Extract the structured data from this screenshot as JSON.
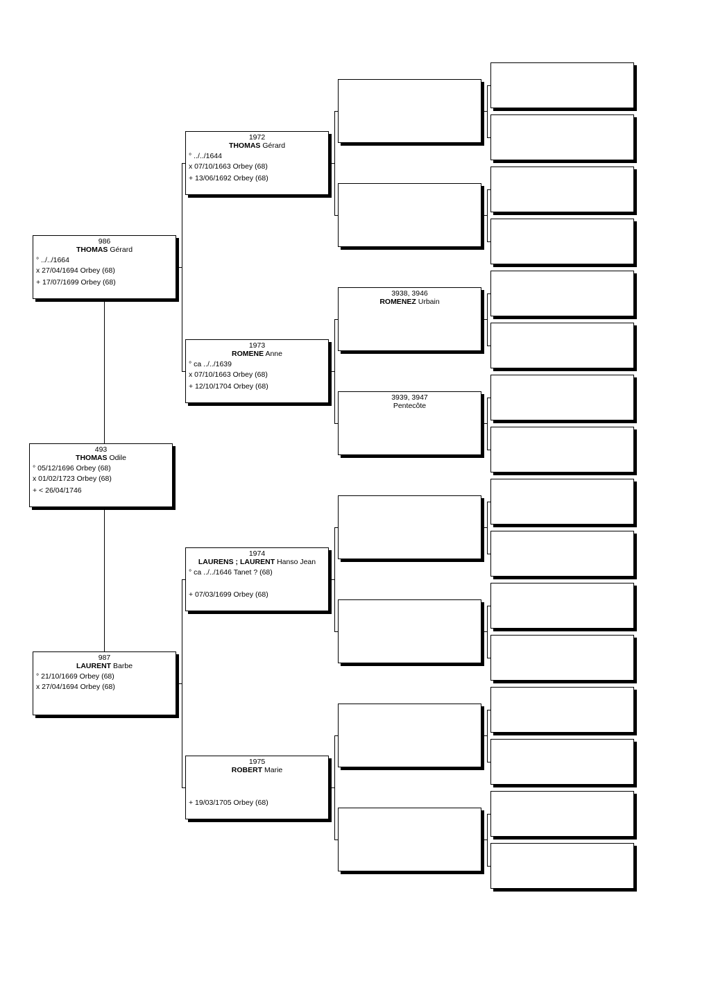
{
  "root": {
    "number": "493",
    "surname": "THOMAS",
    "given": "Odile",
    "birth": "° 05/12/1696 Orbey (68)",
    "marriage": "x 01/02/1723 Orbey (68)",
    "death": "+ < 26/04/1746"
  },
  "father": {
    "number": "986",
    "surname": "THOMAS",
    "given": "Gérard",
    "birth": "° ../../1664",
    "marriage": "x 27/04/1694 Orbey (68)",
    "death": "+ 17/07/1699 Orbey (68)"
  },
  "mother": {
    "number": "987",
    "surname": "LAURENT",
    "given": "Barbe",
    "birth": "° 21/10/1669 Orbey (68)",
    "marriage": "x 27/04/1694 Orbey (68)",
    "death": ""
  },
  "gp1972": {
    "number": "1972",
    "surname": "THOMAS",
    "given": "Gérard",
    "birth": "° ../../1644",
    "marriage": "x 07/10/1663 Orbey (68)",
    "death": "+ 13/06/1692 Orbey (68)"
  },
  "gp1973": {
    "number": "1973",
    "surname": "ROMENE",
    "given": "Anne",
    "birth": "° ca ../../1639",
    "marriage": "x 07/10/1663 Orbey (68)",
    "death": "+ 12/10/1704 Orbey (68)"
  },
  "gp1974": {
    "number": "1974",
    "surname": "LAURENS ; LAURENT",
    "given": "Hanso Jean",
    "birth": "° ca ../../1646 Tanet ? (68)",
    "marriage": "",
    "death": "+ 07/03/1699 Orbey (68)"
  },
  "gp1975": {
    "number": "1975",
    "surname": "ROBERT",
    "given": "Marie",
    "birth": "",
    "marriage": "",
    "death": "+ 19/03/1705 Orbey (68)"
  },
  "ggp3938": {
    "number": "3938, 3946",
    "surname": "ROMENEZ",
    "given": "Urbain"
  },
  "ggp3939": {
    "number": "3939, 3947",
    "surname": "",
    "given": "Pentecôte"
  }
}
